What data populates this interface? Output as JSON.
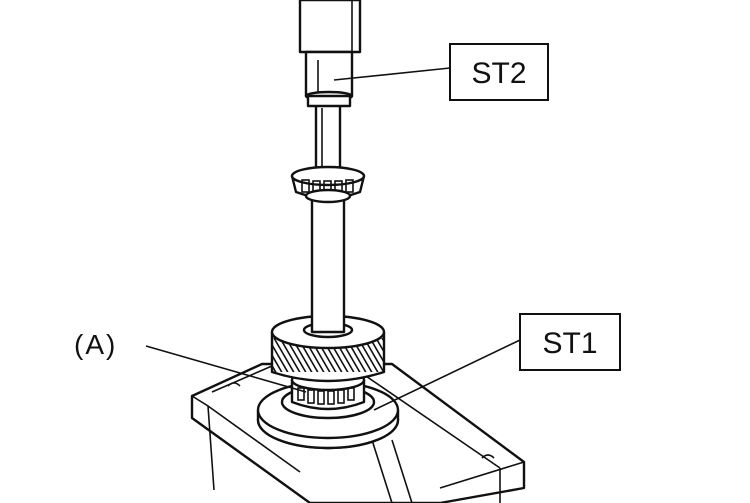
{
  "labels": {
    "st2": "ST2",
    "st1": "ST1",
    "part_a": "(A)"
  },
  "colors": {
    "ink": "#111111",
    "paper": "#ffffff"
  }
}
